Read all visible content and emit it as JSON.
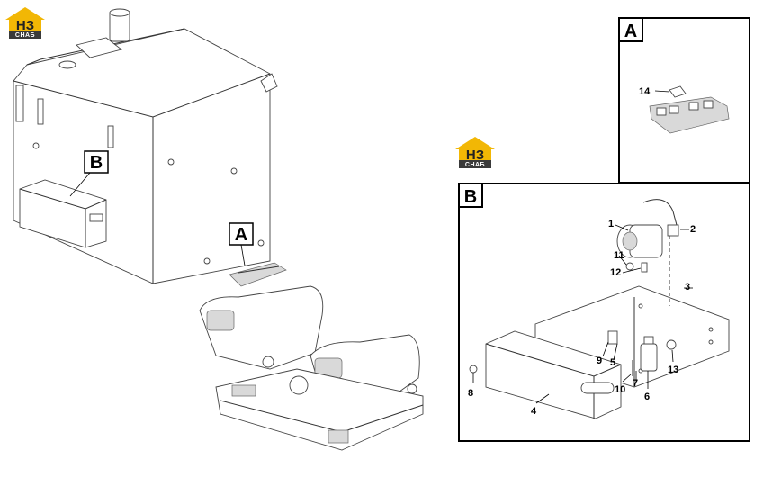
{
  "logo": {
    "main": "НЗ",
    "sub": "СНАБ",
    "accent": "#f2b705",
    "dark": "#3a3a3a"
  },
  "main_view": {
    "callout_b": "B",
    "callout_a": "A"
  },
  "detail_a": {
    "title": "A",
    "parts": [
      "14"
    ]
  },
  "detail_b": {
    "title": "B",
    "parts": [
      "1",
      "2",
      "3",
      "4",
      "5",
      "6",
      "7",
      "8",
      "9",
      "10",
      "11",
      "12",
      "13"
    ]
  }
}
